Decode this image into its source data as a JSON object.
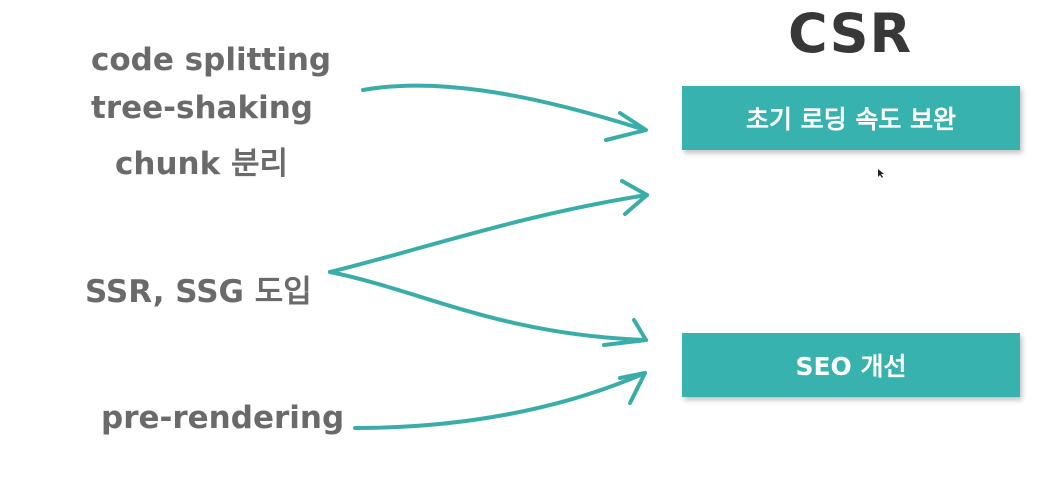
{
  "title": "CSR",
  "left_items": {
    "group1": [
      "code splitting",
      "tree-shaking",
      "chunk 분리"
    ],
    "group2": "SSR, SSG 도입",
    "group3": "pre-rendering"
  },
  "boxes": {
    "box1": "초기 로딩 속도 보완",
    "box2": "SEO 개선"
  },
  "colors": {
    "accent": "#38b2ae",
    "title": "#383838",
    "text": "#6a6a6a",
    "arrow": "#3aada9"
  }
}
